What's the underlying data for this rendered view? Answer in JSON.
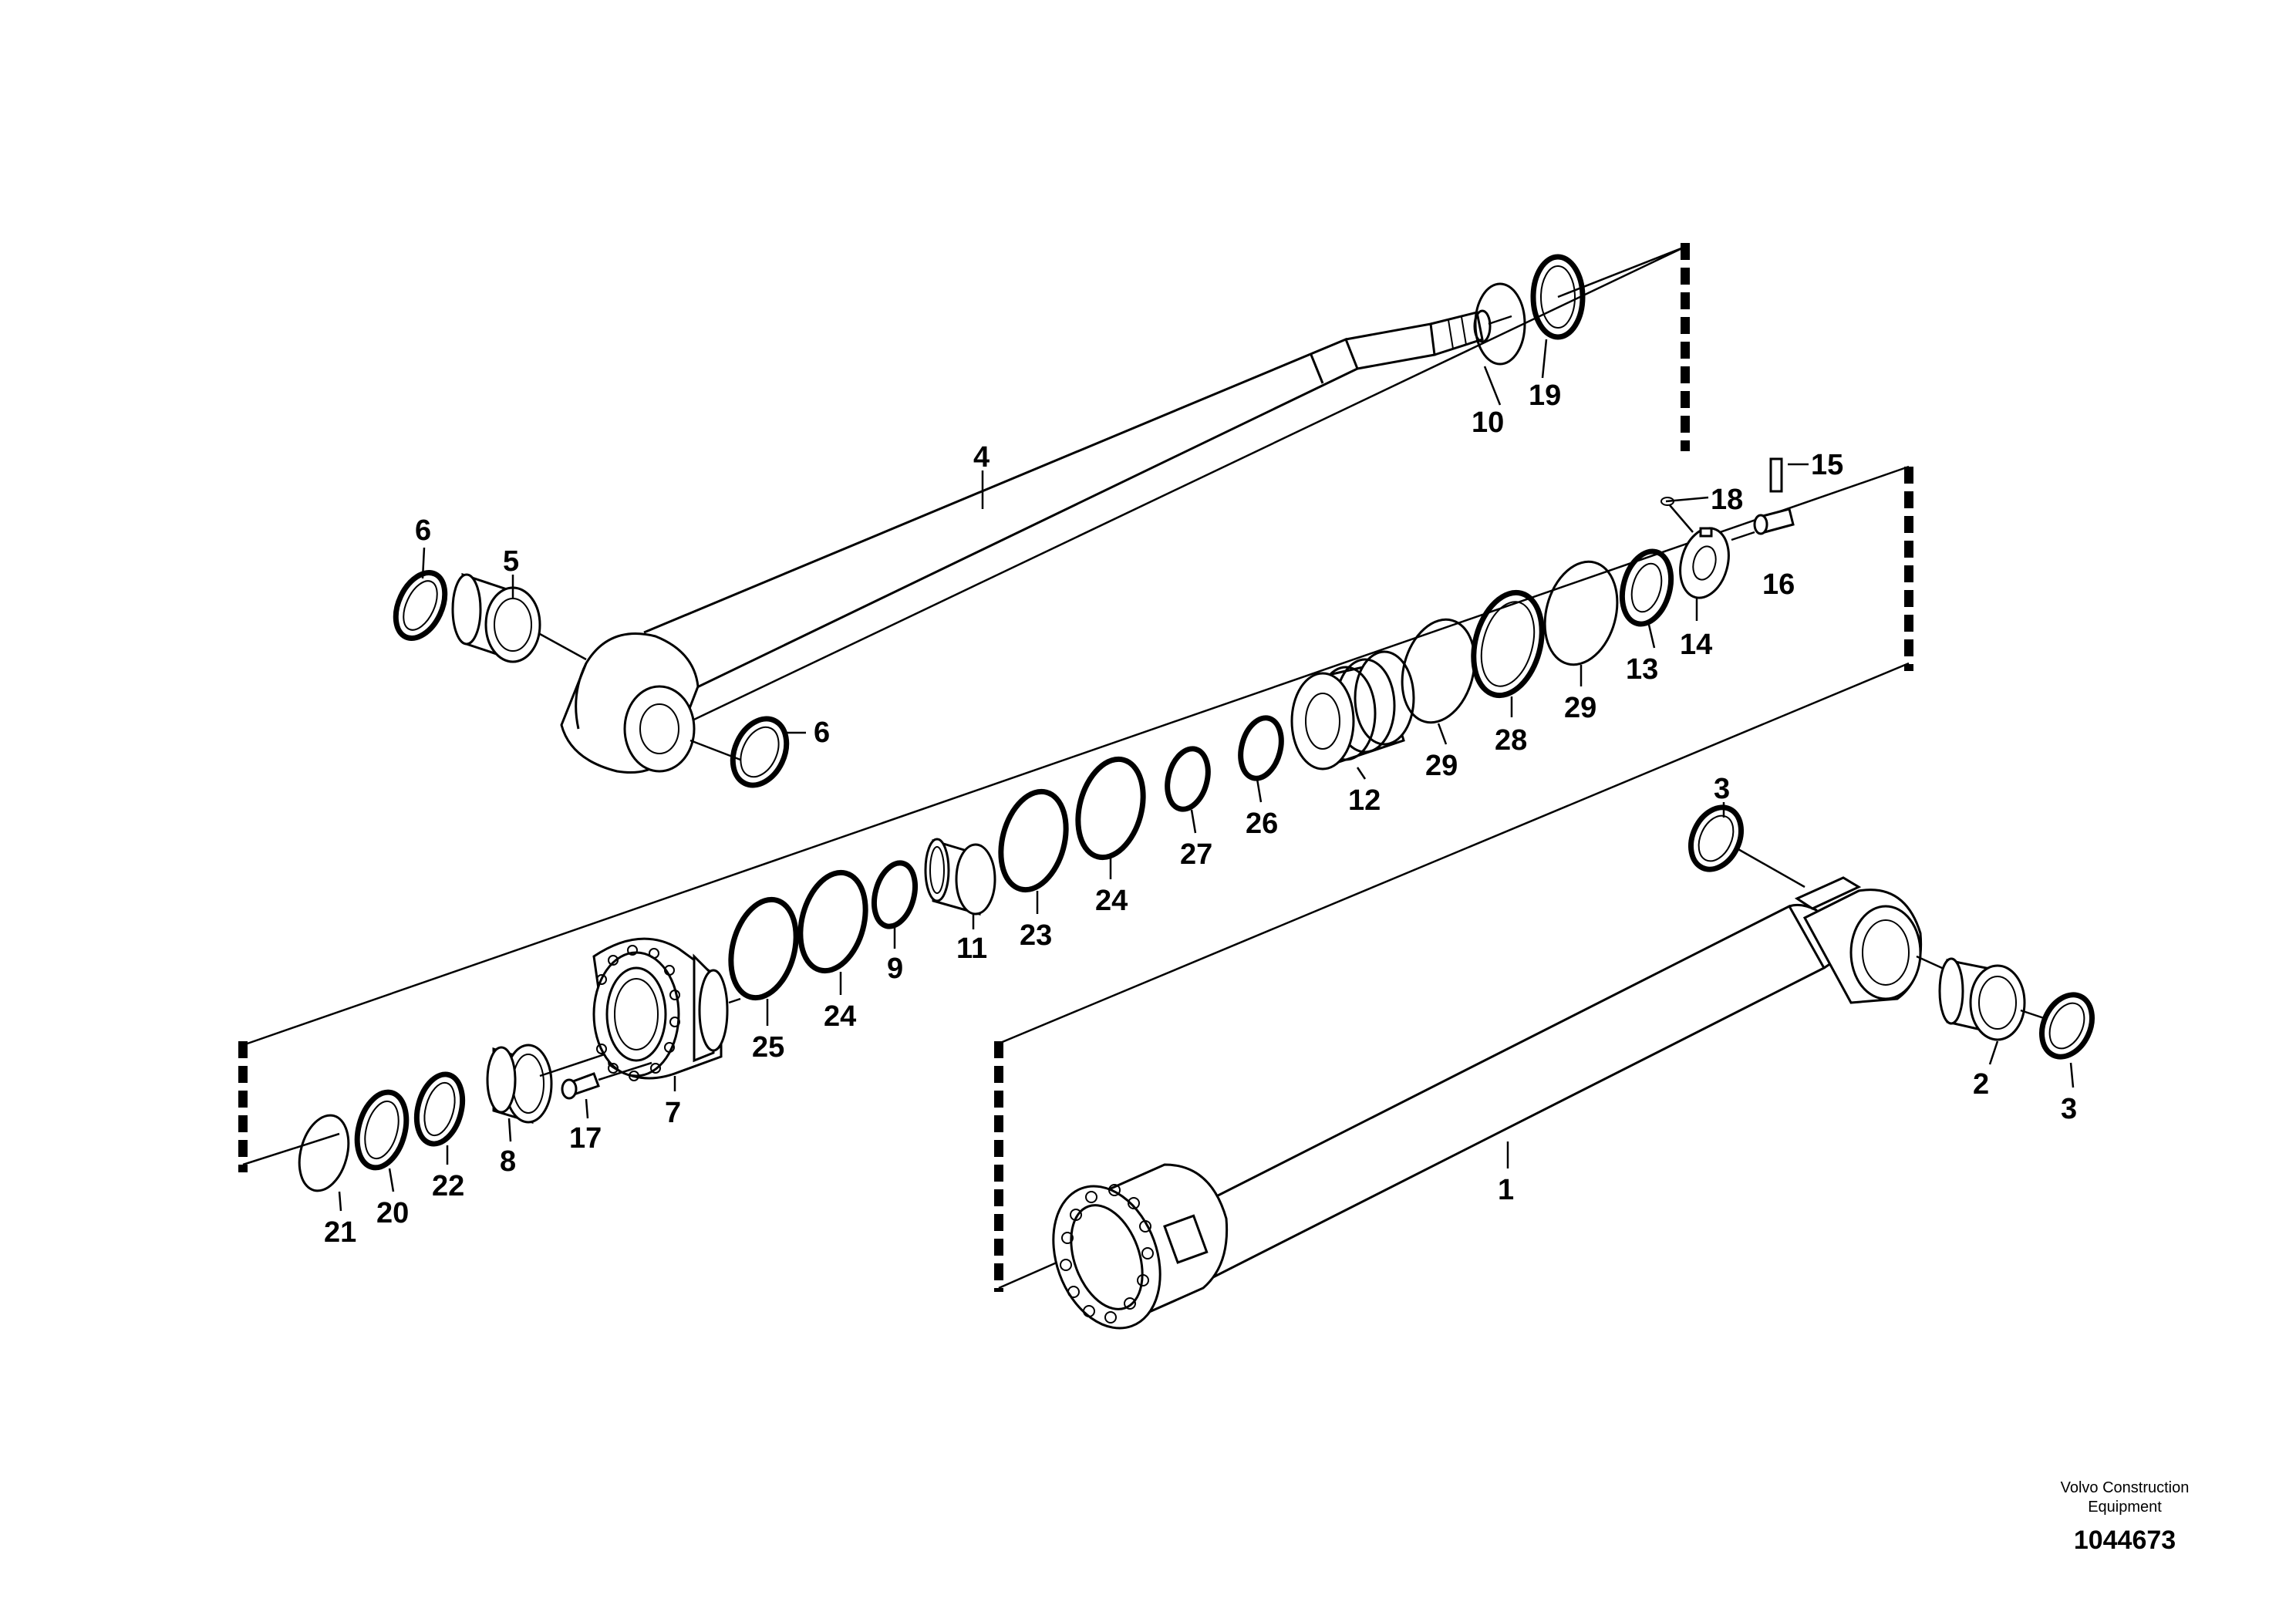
{
  "labels": {
    "l1": "1",
    "l2": "2",
    "l3a": "3",
    "l3b": "3",
    "l4": "4",
    "l5": "5",
    "l6a": "6",
    "l6b": "6",
    "l7": "7",
    "l8": "8",
    "l9": "9",
    "l10": "10",
    "l11": "11",
    "l12": "12",
    "l13": "13",
    "l14": "14",
    "l15": "15",
    "l16": "16",
    "l17": "17",
    "l18": "18",
    "l19": "19",
    "l20": "20",
    "l21": "21",
    "l22": "22",
    "l23": "23",
    "l24a": "24",
    "l24b": "24",
    "l25": "25",
    "l26": "26",
    "l27": "27",
    "l28": "28",
    "l29a": "29",
    "l29b": "29"
  },
  "footer": {
    "company_line1": "Volvo Construction",
    "company_line2": "Equipment",
    "doc_number": "1044673"
  }
}
